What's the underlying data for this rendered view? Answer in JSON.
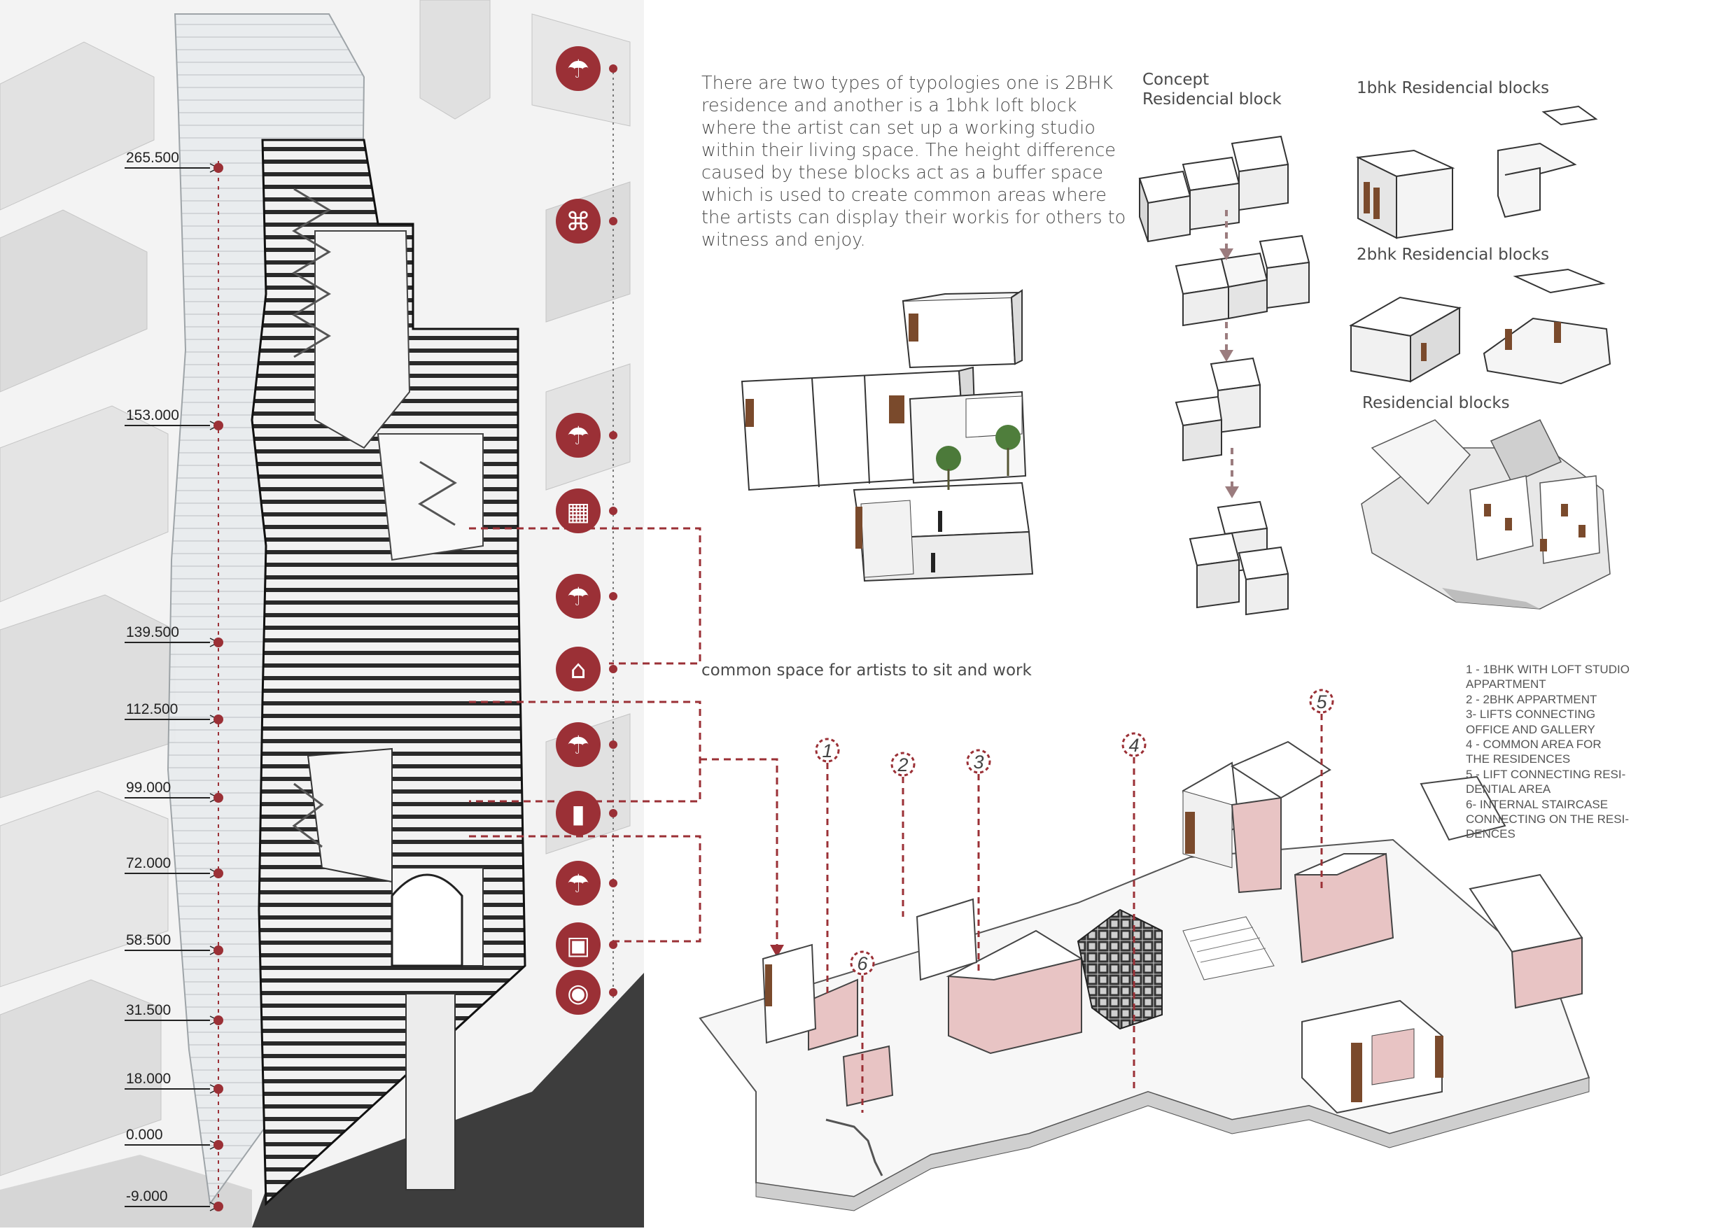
{
  "description_text": "There are two types of typologies one is 2BHK residence and another is a 1bhk loft block where the artist can set up a working studio within their living space. The height difference caused by these blocks act as a buffer space which is used to create common areas where the artists can display their workis for others to witness and enjoy.",
  "labels": {
    "concept": "Concept\nResidencial block",
    "bhk1": "1bhk Residencial blocks",
    "bhk2": "2bhk Residencial blocks",
    "residencial": "Residencial blocks",
    "common_space": "common space for artists to sit and work"
  },
  "levels": [
    "265.500",
    "153.000",
    "139.500",
    "112.500",
    "99.000",
    "72.000",
    "58.500",
    "31.500",
    "18.000",
    "0.000",
    "-9.000"
  ],
  "callout_numbers": [
    "1",
    "2",
    "3",
    "4",
    "5",
    "6"
  ],
  "legend": [
    "1 - 1BHK WITH LOFT STUDIO\nAPPARTMENT",
    "2 - 2BHK APPARTMENT",
    "3- LIFTS CONNECTING\nOFFICE AND GALLERY",
    "4 - COMMON AREA FOR\nTHE RESIDENCES",
    "5 - LIFT CONNECTING RESI-\nDENTIAL AREA",
    "6- INTERNAL STAIRCASE\nCONNECTING ON THE RESI-\nDENCES"
  ],
  "program_icons": [
    "beach-umbrella-icon",
    "office-desk-icon",
    "beach-umbrella-icon",
    "maze-icon",
    "beach-umbrella-icon",
    "sofa-icon",
    "beach-umbrella-icon",
    "gas-cylinder-icon",
    "beach-umbrella-icon",
    "gallery-picture-icon",
    "parking-car-icon"
  ],
  "colors": {
    "accent": "#9b3036",
    "pink": "#e8c4c4",
    "wood": "#7a4a2c",
    "ground": "#3a3a3a",
    "line": "#222222"
  }
}
